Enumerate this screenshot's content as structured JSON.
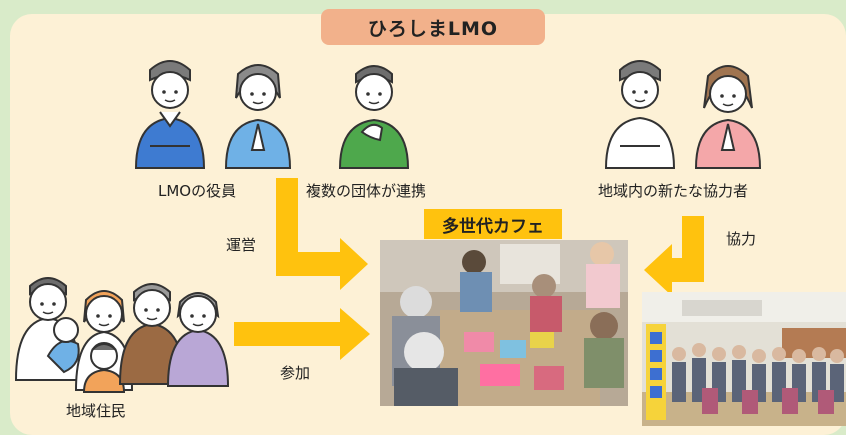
{
  "title": "ひろしまLMO",
  "groups": {
    "officers": "LMOの役員",
    "organizations": "複数の団体が連携",
    "new_partners": "地域内の新たな協力者",
    "residents": "地域住民"
  },
  "hub": "多世代カフェ",
  "relations": {
    "operate": "運営",
    "cooperate": "協力",
    "participate": "参加"
  },
  "colors": {
    "background": "#d9ebc9",
    "panel": "#fdf1d6",
    "title_badge": "#f2b18b",
    "hub_badge": "#ffc20e",
    "arrow": "#ffc20e"
  }
}
